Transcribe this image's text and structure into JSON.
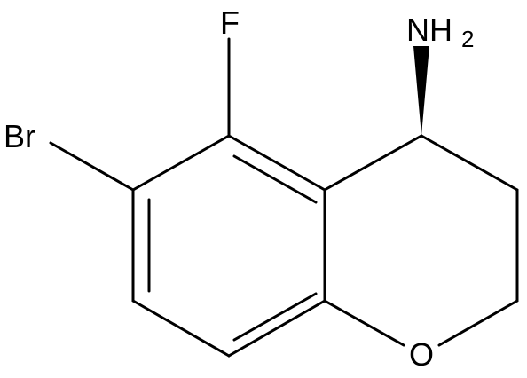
{
  "molecule": {
    "atoms": {
      "fluorine": "F",
      "bromine": "Br",
      "oxygen": "O",
      "amine": "NH",
      "amine_subscript": "2"
    }
  }
}
